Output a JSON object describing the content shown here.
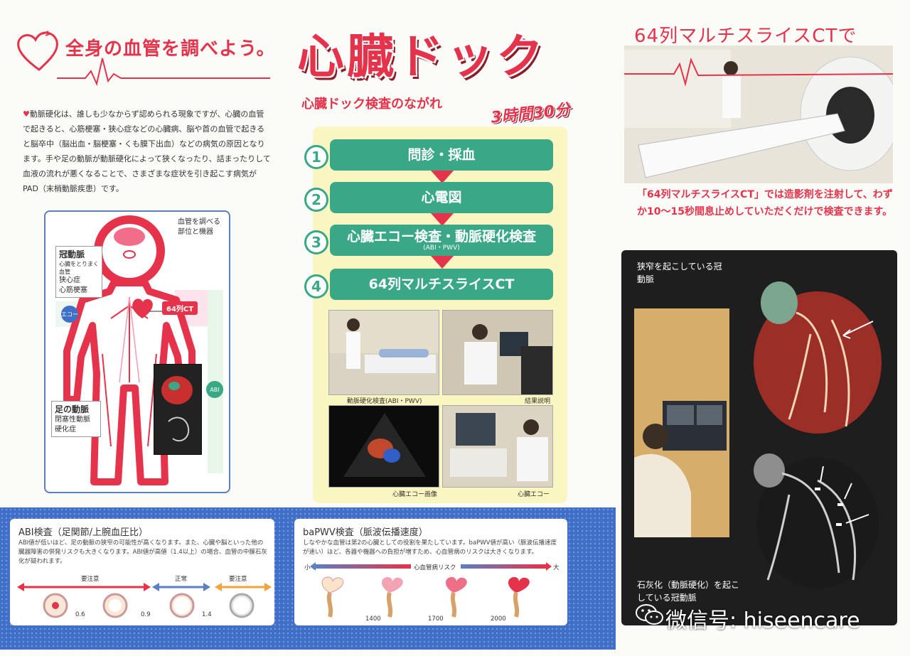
{
  "left": {
    "title": "全身の血管を調べよう。",
    "intro_heart": "♥",
    "intro_text": "動脈硬化は、誰しも少なからず認められる現象ですが、心臓の血管で起きると、心筋梗塞・狭心症などの心臓病、脳や首の血管で起きると脳卒中（脳出血・脳梗塞・くも膜下出血）などの病気の原因となります。手や足の動脈が動脈硬化によって狭くなったり、詰まったりして血液の流れが悪くなることで、さまざまな症状を引き起こす病気がPAD（末梢動脈疾患）です。",
    "panel": {
      "header": "血管を調べる部位と機器",
      "coronary_title": "冠動脈",
      "coronary_sub": "心臓をとりまく血管",
      "coronary_diseases": "狭心症\n心筋梗塞",
      "leg_title": "足の動脈",
      "leg_diseases": "閉塞性動脈\n硬化症",
      "echo_tag": "エコー",
      "ct_tag": "64列CT",
      "abi_tag": "ABI"
    }
  },
  "center": {
    "title": "心臓ドック",
    "subtitle": "心臓ドック検査のながれ",
    "duration": "3時間30分",
    "steps": [
      {
        "num": "1",
        "label": "問診・採血",
        "sub": ""
      },
      {
        "num": "2",
        "label": "心電図",
        "sub": ""
      },
      {
        "num": "3",
        "label": "心臓エコー検査・動脈硬化検査",
        "sub": "(ABI・PWV)"
      },
      {
        "num": "4",
        "label": "64列マルチスライスCT",
        "sub": ""
      }
    ],
    "photos": [
      {
        "caption": "動脈硬化検査(ABI・PWV)"
      },
      {
        "caption": "結果説明"
      },
      {
        "caption": "心臓エコー画像"
      },
      {
        "caption": "心臓エコー"
      }
    ]
  },
  "right": {
    "title": "64列マルチスライスCTで",
    "ct_desc": "「64列マルチスライスCT」では造影剤を注射して、わずか10〜15秒間息止めしていただくだけで検査できます。",
    "stenosis_label": "狭窄を起こしている冠動脈",
    "calcification_label": "石灰化（動脈硬化）を起こしている冠動脈"
  },
  "bottom": {
    "abi": {
      "title": "ABI検査（足関節/上腕血圧比）",
      "text": "ABI値が低いほど、足の動脈の狭窄の可能性が高くなります。また、心臓や脳といった他の臓器障害の併発リスクも大きくなります。ABI値が高値（1.4以上）の場合、血管の中膜石灰化が疑われます。",
      "zone_left": "要注意",
      "zone_mid": "正常",
      "zone_right": "要注意",
      "ticks": [
        "0.6",
        "0.9",
        "1.4"
      ]
    },
    "pwv": {
      "title": "baPWV検査（脈波伝播速度）",
      "text": "しなやかな血管は第2の心臓としての役割を果たしています。baPWV値が高い（脈波伝播速度が速い）ほど、各器や機器への負担が増すため、心血管病のリスクは大きくなります。",
      "risk_small": "小",
      "risk_label": "心血管病リスク",
      "risk_large": "大",
      "ticks": [
        "1400",
        "1700",
        "2000"
      ]
    }
  },
  "watermark": "微信号: hiseencare",
  "colors": {
    "accent": "#e5334b",
    "green": "#3aa786",
    "blue": "#3f6fc7",
    "yellow": "#faf6c2"
  }
}
